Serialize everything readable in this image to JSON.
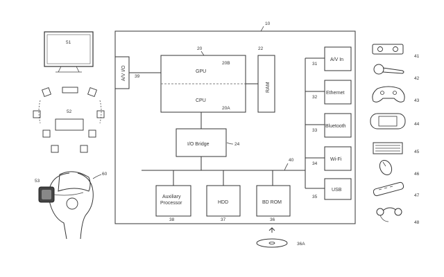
{
  "system": {
    "ref": "10",
    "gpu_cpu_ref": "20",
    "gpu_label": "GPU",
    "gpu_ref": "20B",
    "cpu_label": "CPU",
    "cpu_ref": "20A",
    "ram_label": "RAM",
    "ram_ref": "22",
    "av_out_label": "A/V I/O",
    "av_out_ref": "39",
    "io_bridge_label": "I/O Bridge",
    "io_bridge_ref": "24",
    "bus_ref": "40",
    "aux_label_line1": "Auxiliary",
    "aux_label_line2": "Processor",
    "aux_ref": "38",
    "hdd_label": "HDD",
    "hdd_ref": "37",
    "bdrom_label": "BD ROM",
    "bdrom_ref": "36",
    "disc_ref": "36A",
    "ports": [
      {
        "label": "A/V In",
        "ref": "31"
      },
      {
        "label": "Ethernet",
        "ref": "32"
      },
      {
        "label": "Bluetooth",
        "ref": "33"
      },
      {
        "label": "Wi-Fi",
        "ref": "34"
      },
      {
        "label": "USB",
        "ref": "35"
      }
    ]
  },
  "peripherals_left": {
    "tv_ref": "51",
    "surround_ref": "52",
    "hmd_ref": "53",
    "user_ref": "60"
  },
  "peripherals_right": [
    "41",
    "42",
    "43",
    "44",
    "45",
    "46",
    "47",
    "48"
  ],
  "icons": [
    "tv-icon",
    "speaker-icon",
    "head-mounted-display-icon",
    "camera-icon",
    "motion-controller-icon",
    "gamepad-icon",
    "handheld-console-icon",
    "keyboard-icon",
    "mouse-icon",
    "remote-control-icon",
    "headset-icon",
    "disc-icon"
  ]
}
